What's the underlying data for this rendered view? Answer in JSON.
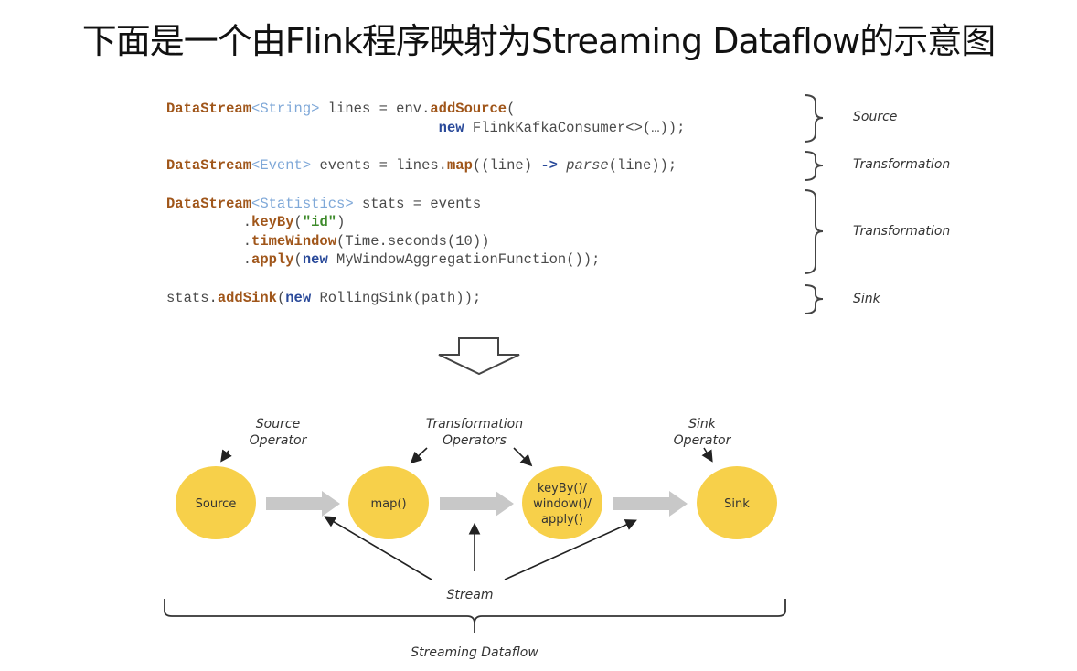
{
  "title": "下面是一个由Flink程序映射为Streaming Dataflow的示意图",
  "code": {
    "line1": {
      "type": "DataStream",
      "generic": "String",
      "rest1": " lines = env.",
      "method": "addSource",
      "rest2": "("
    },
    "line2": {
      "indent": "                                ",
      "new": "new",
      "rest": " FlinkKafkaConsumer<>(…));"
    },
    "line3": {
      "type": "DataStream",
      "generic": "Event",
      "rest1": " events = lines.",
      "method": "map",
      "rest2": "((line) ",
      "arrow": "->",
      "italic": " parse",
      "rest3": "(line));"
    },
    "line4": {
      "type": "DataStream",
      "generic": "Statistics",
      "rest1": " stats = events"
    },
    "line5": {
      "indent": "         .",
      "method": "keyBy",
      "rest1": "(",
      "str": "\"id\"",
      "rest2": ")"
    },
    "line6": {
      "indent": "         .",
      "method": "timeWindow",
      "rest1": "(Time.seconds(10))"
    },
    "line7": {
      "indent": "         .",
      "method": "apply",
      "rest1": "(",
      "new": "new",
      "rest2": " MyWindowAggregationFunction());"
    },
    "line8": {
      "prefix": "stats.",
      "method": "addSink",
      "rest1": "(",
      "new": "new",
      "rest2": " RollingSink(path));"
    }
  },
  "side_labels": [
    "Source",
    "Transformation",
    "Transformation",
    "Sink"
  ],
  "diagram": {
    "nodes": [
      "Source",
      "map()",
      "keyBy()/",
      "window()/",
      "apply()",
      "Sink"
    ],
    "annotations": {
      "source_op_1": "Source",
      "source_op_2": "Operator",
      "trans_op_1": "Transformation",
      "trans_op_2": "Operators",
      "sink_op_1": "Sink",
      "sink_op_2": "Operator",
      "stream": "Stream",
      "dataflow": "Streaming Dataflow"
    },
    "colors": {
      "node": "#f7d04a",
      "flow_arrow": "#c8c8c8",
      "line": "#222222"
    }
  }
}
